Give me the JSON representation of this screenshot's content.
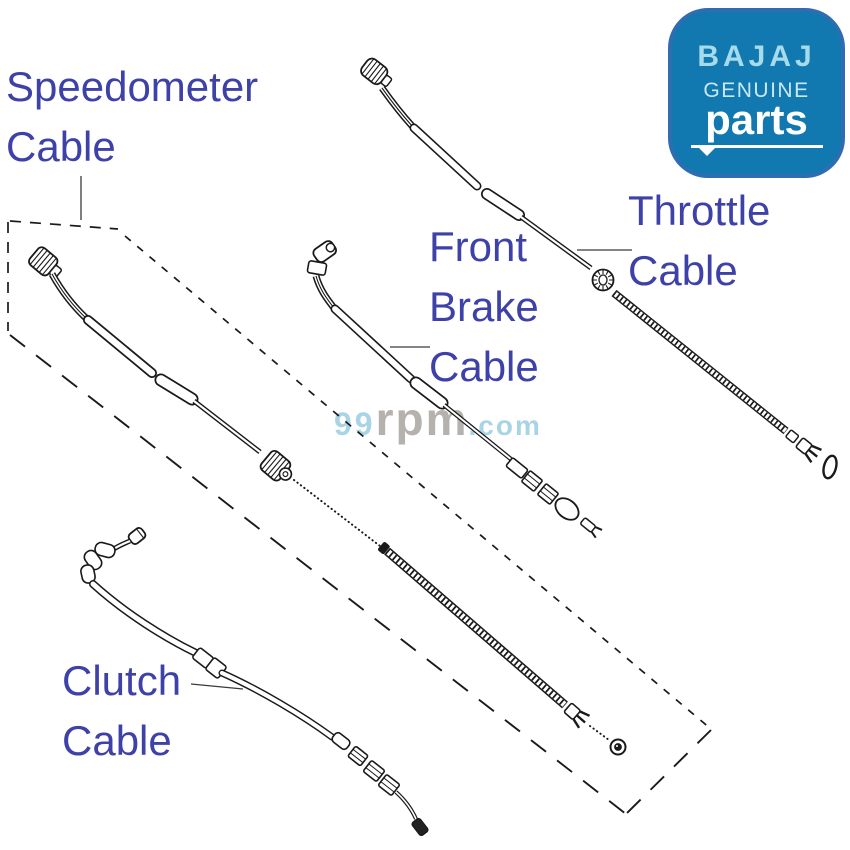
{
  "page": {
    "type": "motorcycle-control-cables-parts-diagram",
    "background_color": "#ffffff",
    "drawing_line_color": "#1a1a1a"
  },
  "logo": {
    "brand": "BAJAJ",
    "genuine": "GENUINE",
    "parts": "parts",
    "bg_color": "#1178b0",
    "border_color": "#2e6db2",
    "brand_color": "#a6dbeb",
    "genuine_color": "#c9e9f2",
    "parts_color": "#ffffff"
  },
  "watermark": {
    "part1": "99",
    "part2": "rpm",
    "part3": ".com",
    "blue_color": "#a9d4e6",
    "gray_color": "#b5b1ad"
  },
  "labels": {
    "color": "#3d41a8",
    "speedometer": {
      "lines": [
        "Speedometer",
        "Cable"
      ]
    },
    "front_brake": {
      "lines": [
        "Front",
        "Brake",
        "Cable"
      ]
    },
    "throttle": {
      "lines": [
        "Throttle",
        "Cable"
      ]
    },
    "clutch": {
      "lines": [
        "Clutch",
        "Cable"
      ]
    }
  },
  "diagram": {
    "parts_shown": [
      "Speedometer Cable",
      "Throttle Cable",
      "Front Brake Cable",
      "Clutch Cable"
    ]
  }
}
